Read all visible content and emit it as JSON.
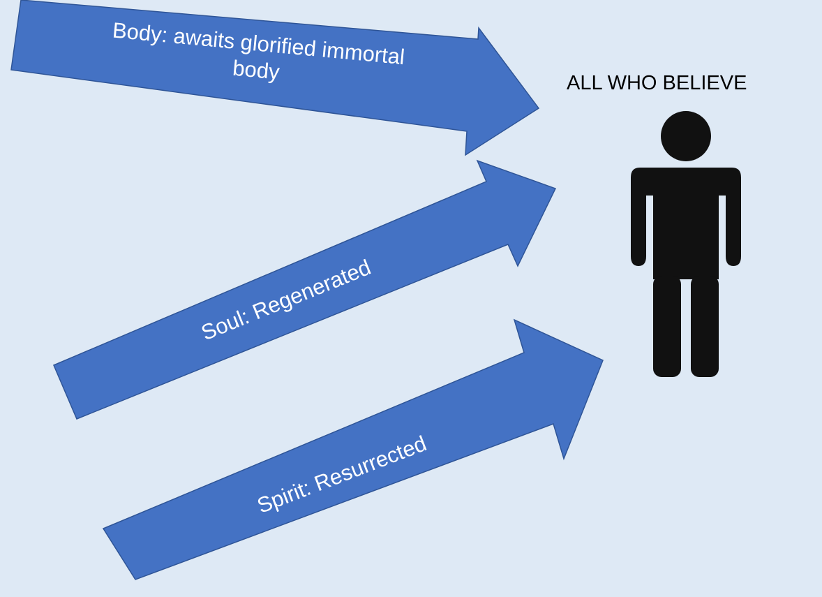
{
  "slide": {
    "title": "ALL WHO BELIEVE"
  },
  "arrows": [
    {
      "label_line1": "Body: awaits glorified immortal",
      "label_line2": "body"
    },
    {
      "label": "Soul: Regenerated"
    },
    {
      "label": "Spirit: Resurrected"
    }
  ],
  "colors": {
    "background": "#dee9f5",
    "arrow_fill": "#4472c4",
    "arrow_stroke": "#2f5597",
    "label_text": "#ffffff",
    "figure": "#111111"
  },
  "icons": {
    "person": "person-icon"
  }
}
